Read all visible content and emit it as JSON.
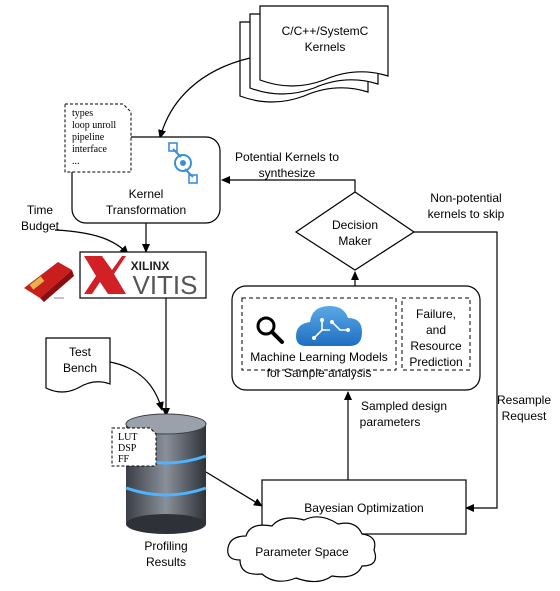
{
  "kernels_doc": {
    "line1": "C/C++/SystemC",
    "line2": "Kernels"
  },
  "transform_note": {
    "items": [
      "types",
      "loop unroll",
      "pipeline",
      "interface",
      "..."
    ]
  },
  "kernel_transformation": {
    "line1": "Kernel",
    "line2": "Transformation"
  },
  "time_budget": {
    "line1": "Time",
    "line2": "Budget"
  },
  "vitis_logo": {
    "brand": "XILINX",
    "product": "VITIS"
  },
  "potential_kernels": {
    "line1": "Potential Kernels to",
    "line2": "synthesize"
  },
  "non_potential": {
    "line1": "Non-potential",
    "line2": "kernels to skip"
  },
  "decision_maker": {
    "line1": "Decision",
    "line2": "Maker"
  },
  "ml_models": {
    "line1": "Machine Learning Models",
    "line2": "for Sample analysis"
  },
  "failure_prediction": {
    "line1": "Failure,",
    "line2": "and",
    "line3": "Resource",
    "line4": "Prediction"
  },
  "test_bench": {
    "line1": "Test",
    "line2": "Bench"
  },
  "resource_note": {
    "items": [
      "LUT",
      "DSP",
      "FF"
    ]
  },
  "profiling_results": {
    "line1": "Profiling",
    "line2": "Results"
  },
  "sampled_params": {
    "line1": "Sampled design",
    "line2": "parameters"
  },
  "resample_request": {
    "line1": "Resample",
    "line2": "Request"
  },
  "bayesian_opt": {
    "label": "Bayesian Optimization"
  },
  "parameter_space": {
    "label": "Parameter Space"
  }
}
